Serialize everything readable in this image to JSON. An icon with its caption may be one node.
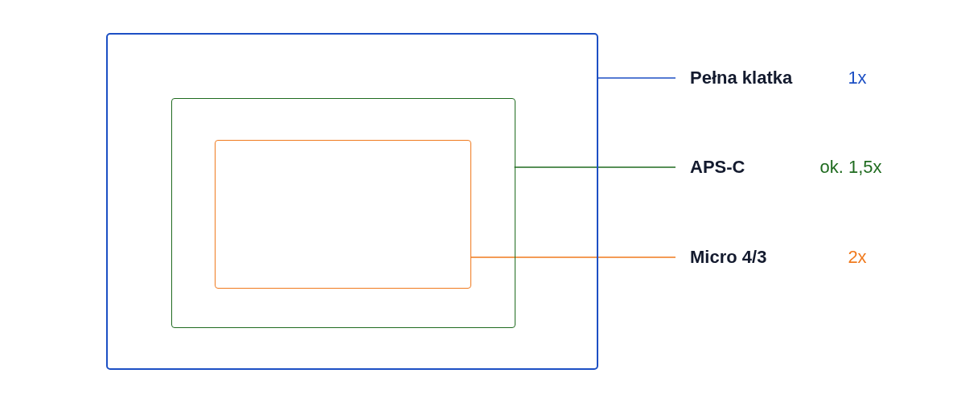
{
  "diagram": {
    "nodes": [
      {
        "text": [],
        "shape": "box"
      },
      {
        "text": [],
        "shape": "box",
        "in": 0
      },
      {
        "text": [],
        "shape": "box",
        "in": 1
      },
      {
        "text": [
          "Pełna klatka"
        ]
      },
      {
        "text": [
          "APS-C"
        ]
      },
      {
        "text": [
          "Micro 4/3"
        ]
      }
    ],
    "edges": [
      {
        "from": 3,
        "to": 0,
        "arrow": "none",
        "color": "#1c4fc4"
      },
      {
        "from": 4,
        "to": 1,
        "arrow": "none",
        "color": "#1f6b1f"
      },
      {
        "from": 5,
        "to": 2,
        "arrow": "none",
        "color": "#f07a1e"
      }
    ],
    "labels": [
      "1x",
      "ok. 1,5x",
      "2x"
    ]
  }
}
